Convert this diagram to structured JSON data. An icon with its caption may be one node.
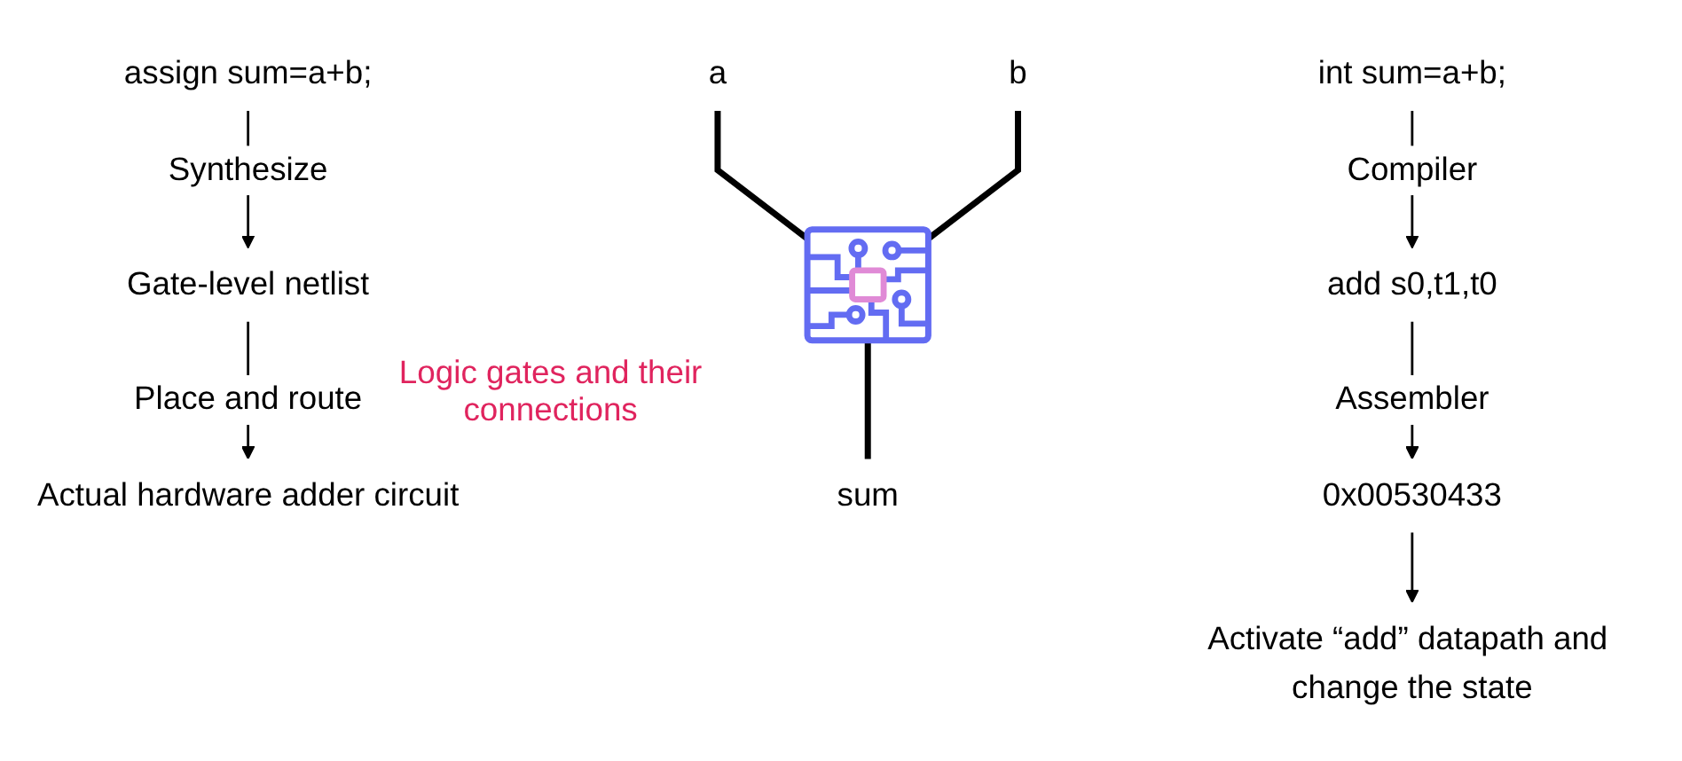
{
  "diagram": {
    "nodes": [
      {
        "text": [
          "assign sum=a+b;"
        ]
      },
      {
        "text": [
          "Gate-level netlist"
        ]
      },
      {
        "text": [
          "Actual hardware adder circuit"
        ]
      },
      {
        "text": [
          "a"
        ]
      },
      {
        "text": [
          "b"
        ]
      },
      {
        "text": [],
        "shape": "picture"
      },
      {
        "text": [
          "sum"
        ]
      },
      {
        "text": [
          "int sum=a+b;"
        ]
      },
      {
        "text": [
          "add s0,t1,t0"
        ]
      },
      {
        "text": [
          "0x00530433"
        ]
      },
      {
        "text": [
          "Activate “add” datapath and change the state"
        ]
      }
    ],
    "edges": [
      {
        "from": 0,
        "to": 1,
        "arrow": "to",
        "label": "Synthesize"
      },
      {
        "from": 1,
        "to": 2,
        "arrow": "to",
        "label": "Place and route"
      },
      {
        "from": 3,
        "to": 5,
        "arrow": "none",
        "style": "thick"
      },
      {
        "from": 4,
        "to": 5,
        "arrow": "none",
        "style": "thick"
      },
      {
        "from": 5,
        "to": 6,
        "arrow": "none",
        "style": "thick"
      },
      {
        "from": 7,
        "to": 8,
        "arrow": "to",
        "label": "Compiler"
      },
      {
        "from": 8,
        "to": 9,
        "arrow": "to",
        "label": "Assembler"
      },
      {
        "from": 9,
        "to": 10,
        "arrow": "to"
      }
    ],
    "labels": [
      "Logic gates and their connections"
    ]
  }
}
